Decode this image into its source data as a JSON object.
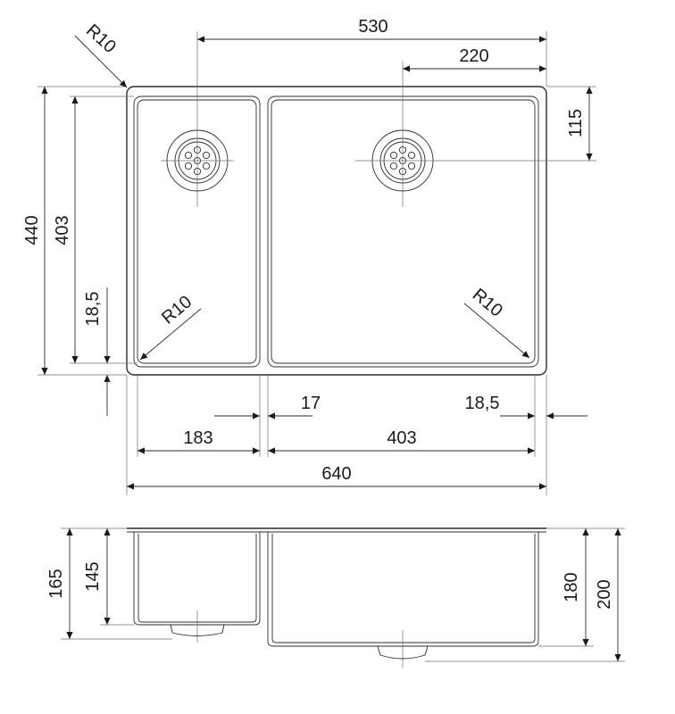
{
  "top_view": {
    "dims": {
      "overall_width": "640",
      "drain_offset_overall": "530",
      "drain_offset_right": "220",
      "drain_offset_top": "115",
      "overall_height": "440",
      "bowl_height": "403",
      "bottom_rim": "18,5",
      "left_bowl_width": "183",
      "divider": "17",
      "right_bowl_width": "403",
      "right_rim": "18,5",
      "corner_outer": "R10",
      "corner_left_bowl": "R10",
      "corner_right_bowl": "R10"
    }
  },
  "side_view": {
    "dims": {
      "left_total_depth": "165",
      "left_bowl_depth": "145",
      "right_bowl_depth": "180",
      "right_total_depth": "200"
    }
  }
}
